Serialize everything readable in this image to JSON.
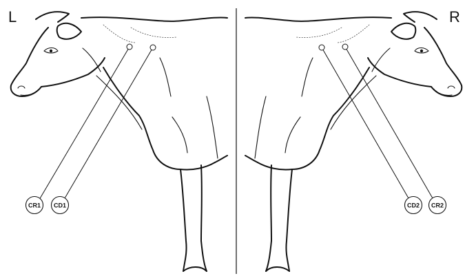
{
  "panels": {
    "left": {
      "side_label": "L",
      "points": [
        {
          "label": "CR1"
        },
        {
          "label": "CD1"
        }
      ]
    },
    "right": {
      "side_label": "R",
      "points": [
        {
          "label": "CD2"
        },
        {
          "label": "CR2"
        }
      ]
    }
  },
  "colors": {
    "ink": "#111111",
    "background": "#ffffff"
  }
}
